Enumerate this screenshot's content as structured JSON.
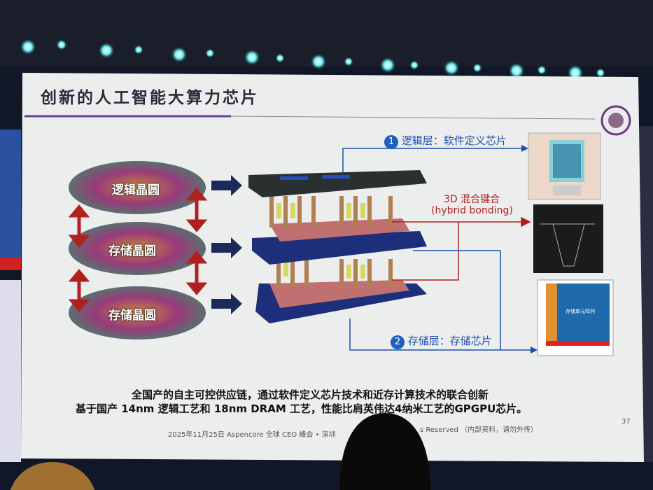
{
  "slide": {
    "title": "创新的人工智能大算力芯片",
    "wafers": [
      "逻辑晶圆",
      "存储晶圆",
      "存储晶圆"
    ],
    "logic_layer": {
      "number": "1",
      "label": "逻辑层：软件定义芯片"
    },
    "bonding": {
      "line1": "3D 混合键合",
      "line2": "(hybrid bonding)"
    },
    "memory_layer": {
      "number": "2",
      "label": "存储层：存储芯片"
    },
    "memory_image_label": "存储单元阵列",
    "summary_line1": "全国产的自主可控供应链，通过软件定义芯片技术和近存计算技术的联合创新",
    "summary_line2": "基于国产 14nm 逻辑工艺和 18nm DRAM 工艺，性能比肩英伟达4纳米工艺的GPGPU芯片。",
    "footer_left": "2025年11月25日 Aspencore 全球 CEO 峰会 • 深圳",
    "footer_right": "s Reserved （内部资料，请勿外传）",
    "page_number": "37"
  },
  "colors": {
    "accent_blue": "#1d4fb0",
    "accent_red": "#b02020",
    "title_underline": "#6a3a9a"
  }
}
